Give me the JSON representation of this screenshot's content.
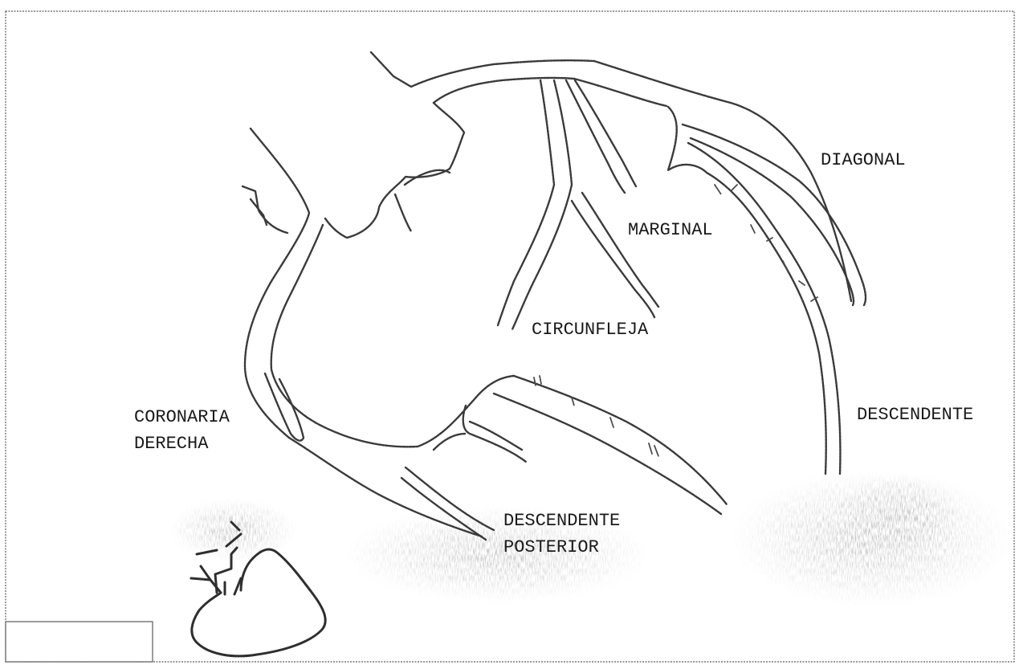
{
  "labels": {
    "diagonal": "DIAGONAL",
    "marginal": "MARGINAL",
    "circunfleja": "CIRCUNFLEJA",
    "descendente": "DESCENDENTE",
    "coronaria_line1": "CORONARIA",
    "coronaria_line2": "DERECHA",
    "posterior_line1": "DESCENDENTE",
    "posterior_line2": "POSTERIOR"
  },
  "icons": {
    "heart": "heart-icon"
  },
  "colors": {
    "ink": "#2e2e2e",
    "stipple": "#b8b8b8",
    "background": "#ffffff"
  }
}
